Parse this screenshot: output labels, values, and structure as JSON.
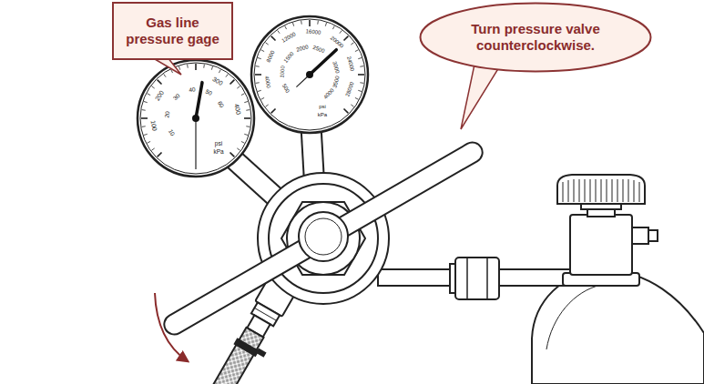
{
  "diagram": {
    "nodes": [
      {
        "text": [
          "Gas line pressure gage"
        ]
      },
      {
        "text": [
          "Turn pressure valve counterclockwise."
        ]
      }
    ],
    "labels": [
      "100",
      "200",
      "300",
      "400",
      "10",
      "20",
      "30",
      "40",
      "50",
      "60",
      "psi",
      "kPa",
      "4000",
      "8000",
      "12000",
      "16000",
      "20000",
      "24000",
      "28000",
      "500",
      "1000",
      "1500",
      "2000",
      "2500",
      "3000",
      "3500",
      "4000",
      "psi",
      "kPa"
    ]
  }
}
